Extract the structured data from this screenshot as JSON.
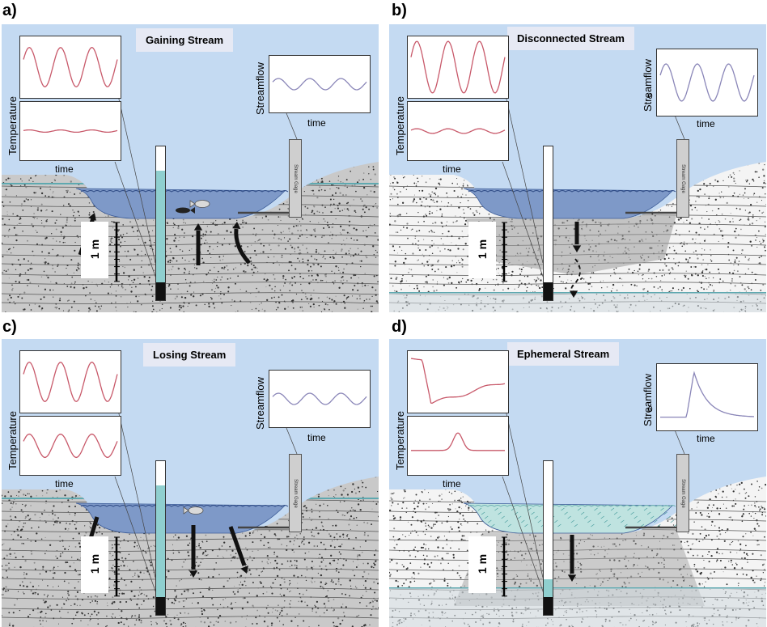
{
  "colors": {
    "sky": "#c4daf2",
    "water": "#7e99c8",
    "ephemeral_water": "#bfe3e0",
    "sediment": "#f4f4f4",
    "sediment_dark": "#c9c9c9",
    "temp_line": "#c8596a",
    "flow_line": "#8a86b8",
    "piezo_water": "#8fcfcf"
  },
  "panels": [
    {
      "id": "a",
      "letter": "a)",
      "title": "Gaining Stream",
      "temp_label": "Temperature",
      "time_label": "time",
      "flow_label": "Streamflow",
      "flow_time_label": "time",
      "zero_label": "",
      "meter_label": "1 m",
      "gage_label": "Stream Gage",
      "temp_upper": {
        "amplitude": 0.32,
        "cycles": 3
      },
      "temp_lower": {
        "amplitude": 0.02,
        "cycles": 3
      },
      "flow": {
        "amplitude": 0.1,
        "cycles": 3
      }
    },
    {
      "id": "b",
      "letter": "b)",
      "title": "Disconnected  Stream",
      "temp_label": "Temperature",
      "time_label": "time",
      "flow_label": "Streamflow",
      "flow_time_label": "time",
      "zero_label": "0",
      "meter_label": "1 m",
      "gage_label": "Stream Gage",
      "temp_upper": {
        "amplitude": 0.42,
        "cycles": 3
      },
      "temp_lower": {
        "amplitude": 0.04,
        "cycles": 3
      },
      "flow": {
        "amplitude": 0.28,
        "cycles": 3
      }
    },
    {
      "id": "c",
      "letter": "c)",
      "title": "Losing Stream",
      "temp_label": "Temperature",
      "time_label": "time",
      "flow_label": "Streamflow",
      "flow_time_label": "time",
      "zero_label": "",
      "meter_label": "1 m",
      "gage_label": "Stream Gage",
      "temp_upper": {
        "amplitude": 0.32,
        "cycles": 3
      },
      "temp_lower": {
        "amplitude": 0.2,
        "cycles": 3
      },
      "flow": {
        "amplitude": 0.1,
        "cycles": 3
      }
    },
    {
      "id": "d",
      "letter": "d)",
      "title": "Ephemeral Stream",
      "temp_label": "Temperature",
      "time_label": "time",
      "flow_label": "Streamflow",
      "flow_time_label": "time",
      "zero_label": "0",
      "meter_label": "1 m",
      "gage_label": "Stream Gage",
      "temp_upper": {
        "shape": "spike-drop"
      },
      "temp_lower": {
        "shape": "bump"
      },
      "flow": {
        "shape": "pulse"
      }
    }
  ]
}
